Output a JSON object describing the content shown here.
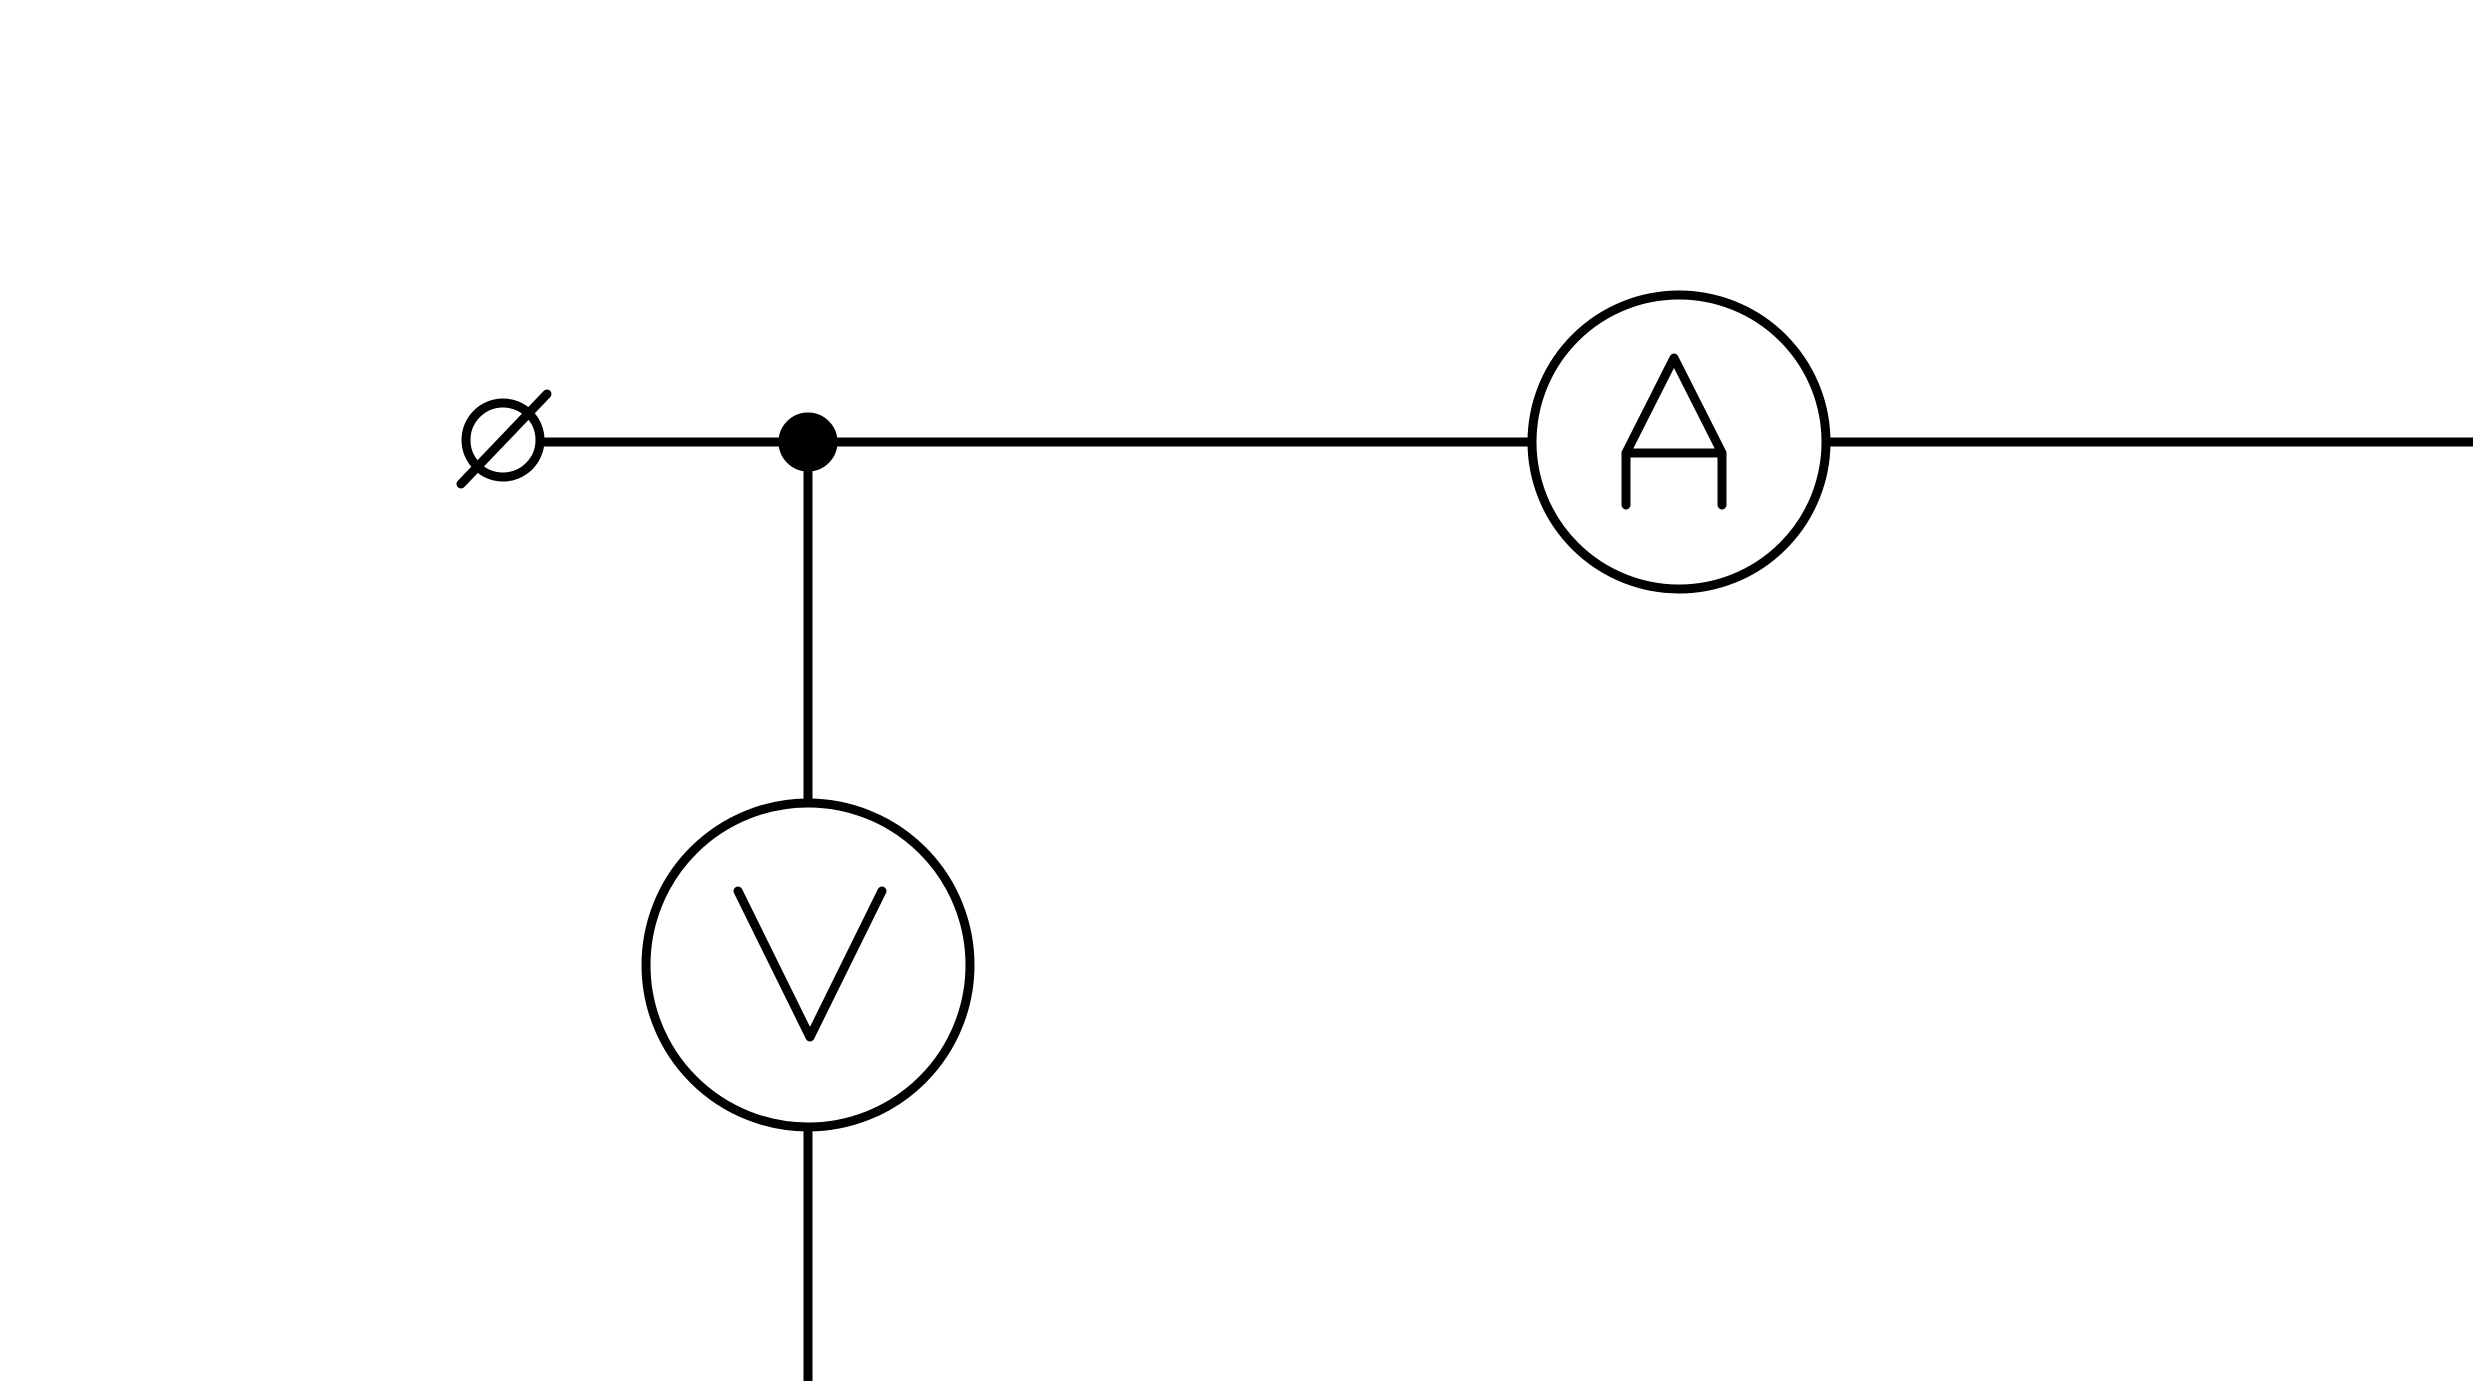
{
  "diagram": {
    "kind": "electrical-schematic",
    "stroke_color": "#000000",
    "background_color": "#ffffff",
    "components": [
      {
        "id": "terminal",
        "type": "terminal-connector",
        "symbol": "circle-with-slash-icon"
      },
      {
        "id": "junction",
        "type": "junction-node",
        "symbol": "filled-dot"
      },
      {
        "id": "voltmeter",
        "type": "voltmeter",
        "symbol": "voltmeter-icon",
        "letter": "V"
      },
      {
        "id": "ammeter",
        "type": "ammeter",
        "symbol": "ammeter-icon",
        "letter": "A"
      }
    ],
    "connections": [
      {
        "from": "terminal",
        "to": "junction"
      },
      {
        "from": "junction",
        "to": "ammeter"
      },
      {
        "from": "ammeter",
        "to": "offscreen-right"
      },
      {
        "from": "junction",
        "to": "voltmeter"
      },
      {
        "from": "voltmeter",
        "to": "offscreen-bottom"
      }
    ]
  }
}
